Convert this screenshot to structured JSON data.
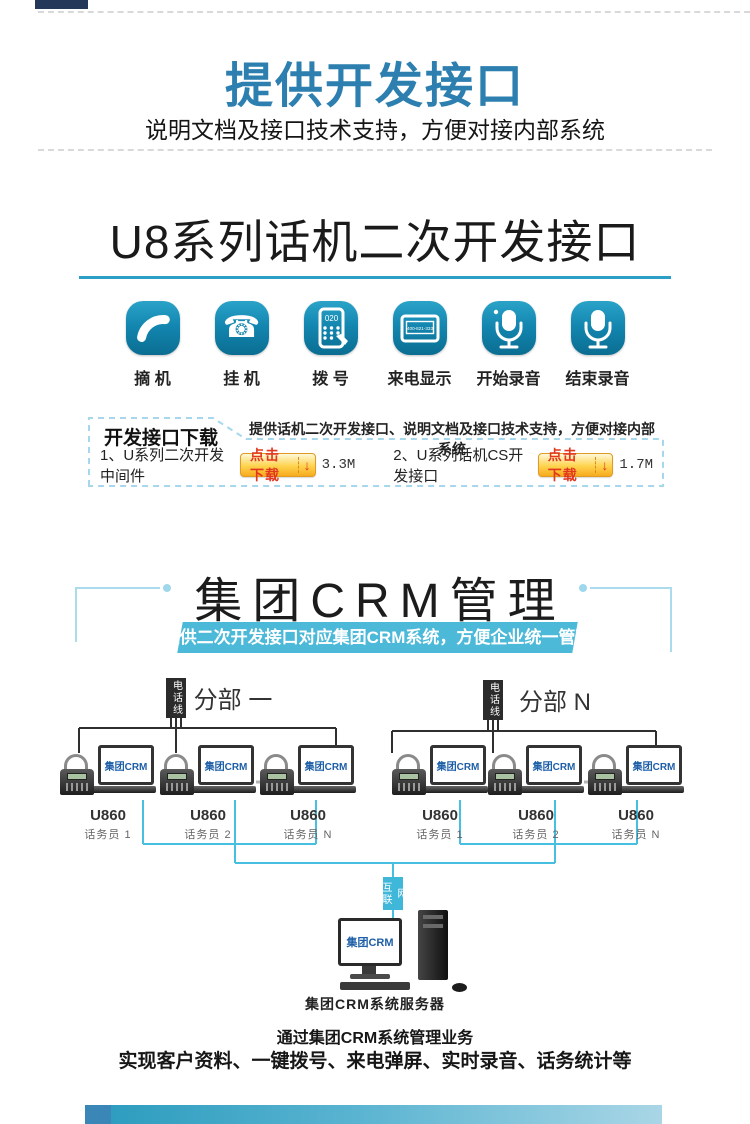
{
  "colors": {
    "accent_blue": "#2d7fb0",
    "icon_blue": "#0e7ca3",
    "underline_blue": "#2d9fc7",
    "banner_teal": "#4cb9d8",
    "line_cyan": "#46bfe0",
    "line_black": "#2f2f2f",
    "dashed_border_blue": "#a7d7ec",
    "button_orange": "#f7ab1e",
    "button_text_red": "#e2371f"
  },
  "header": {
    "title": "提供开发接口",
    "subtitle": "说明文档及接口技术支持，方便对接内部系统"
  },
  "sdk_section": {
    "title": "U8系列话机二次开发接口",
    "icons": [
      {
        "name": "offhook",
        "label": "摘 机"
      },
      {
        "name": "hangup",
        "label": "挂 机",
        "glyph": "☎"
      },
      {
        "name": "dial",
        "label": "拨 号",
        "badge": "020"
      },
      {
        "name": "caller-id",
        "label": "来电显示",
        "badge": "400-821-333"
      },
      {
        "name": "start-record",
        "label": "开始录音"
      },
      {
        "name": "stop-record",
        "label": "结束录音"
      }
    ]
  },
  "download_box": {
    "tab": "开发接口下载",
    "note": "提供话机二次开发接口、说明文档及接口技术支持，方便对接内部系统",
    "items": [
      {
        "label": "1、U系列二次开发中间件",
        "button": "点击下载",
        "arrow": "↓",
        "size": "3.3M"
      },
      {
        "label": "2、U系列话机CS开发接口",
        "button": "点击下载",
        "arrow": "↓",
        "size": "1.7M"
      }
    ]
  },
  "crm_section": {
    "title": "集团CRM管理",
    "banner": "提供二次开发接口对应集团CRM系统，方便企业统一管理"
  },
  "diagram": {
    "phone_line_tag": "电话线",
    "internet_tag": "互联网",
    "crm_logo": "集团CRM",
    "branches": [
      {
        "heading": "分部 一",
        "stations": [
          {
            "model": "U860",
            "operator": "话务员 1"
          },
          {
            "model": "U860",
            "operator": "话务员 2"
          },
          {
            "model": "U860",
            "operator": "话务员 N"
          }
        ]
      },
      {
        "heading": "分部 N",
        "stations": [
          {
            "model": "U860",
            "operator": "话务员 1"
          },
          {
            "model": "U860",
            "operator": "话务员 2"
          },
          {
            "model": "U860",
            "operator": "话务员 N"
          }
        ]
      }
    ],
    "server_label": "集团CRM系统服务器"
  },
  "footer": {
    "line1": "通过集团CRM系统管理业务",
    "line2": "实现客户资料、一键拨号、来电弹屏、实时录音、话务统计等"
  }
}
